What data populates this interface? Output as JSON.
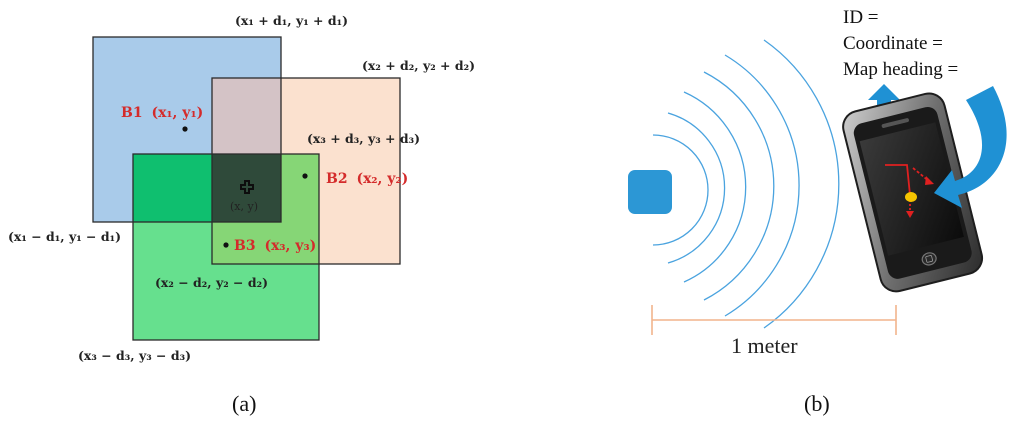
{
  "panel_a": {
    "caption": "(a)",
    "corner_labels": {
      "b1_top": "(x₁ + d₁, y₁ + d₁)",
      "b2_top": "(x₂ + d₂, y₂ + d₂)",
      "b3_top": "(x₃ + d₃, y₃ + d₃)",
      "b1_bottom": "(x₁ − d₁, y₁ − d₁)",
      "b2_bottom": "(x₂ − d₂, y₂ − d₂)",
      "b3_bottom": "(x₃ − d₃, y₃ − d₃)"
    },
    "beacons": [
      {
        "name": "B1",
        "coord": "(x₁, y₁)"
      },
      {
        "name": "B2",
        "coord": "(x₂, y₂)"
      },
      {
        "name": "B3",
        "coord": "(x₃, y₃)"
      }
    ],
    "estimate_label": "(x, y)",
    "colors": {
      "b1_fill": "#a9cbea",
      "b2_fill": "#fbe1cf",
      "b3_fill": "#66e08e",
      "overlap12": "#d4c3c6",
      "overlap13": "#0fbf6f",
      "overlap23": "#86d676",
      "overlap123": "#2f4a3a",
      "beacon_label": "#d42b2b"
    }
  },
  "panel_b": {
    "caption": "(b)",
    "info_lines": [
      "ID =",
      "Coordinate =",
      "Map heading ="
    ],
    "distance_label": "1 meter",
    "colors": {
      "beacon": "#2c97d5",
      "waves": "#4aa3df",
      "arrow": "#1f91d4",
      "ruler": "#f2b48c",
      "route": "#e02020",
      "position_dot": "#f5c400"
    }
  }
}
